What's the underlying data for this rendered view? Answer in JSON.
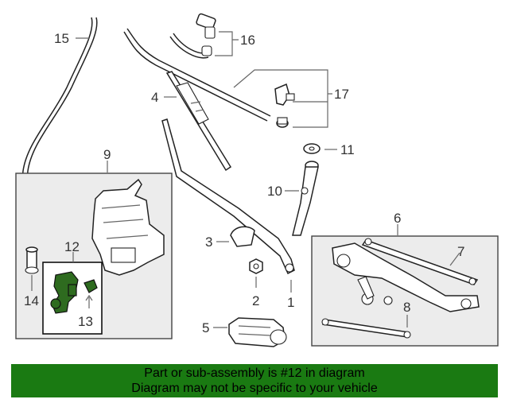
{
  "callouts": {
    "c1": "1",
    "c2": "2",
    "c3": "3",
    "c4": "4",
    "c5": "5",
    "c6": "6",
    "c7": "7",
    "c8": "8",
    "c9": "9",
    "c10": "10",
    "c11": "11",
    "c12": "12",
    "c13": "13",
    "c14": "14",
    "c15": "15",
    "c16": "16",
    "c17": "17"
  },
  "highlight_color": "#2e6b1f",
  "banner": {
    "line1": "Part or sub-assembly is #12 in diagram",
    "line2": "Diagram may not be specific to your vehicle",
    "background": "#1a7a12"
  }
}
